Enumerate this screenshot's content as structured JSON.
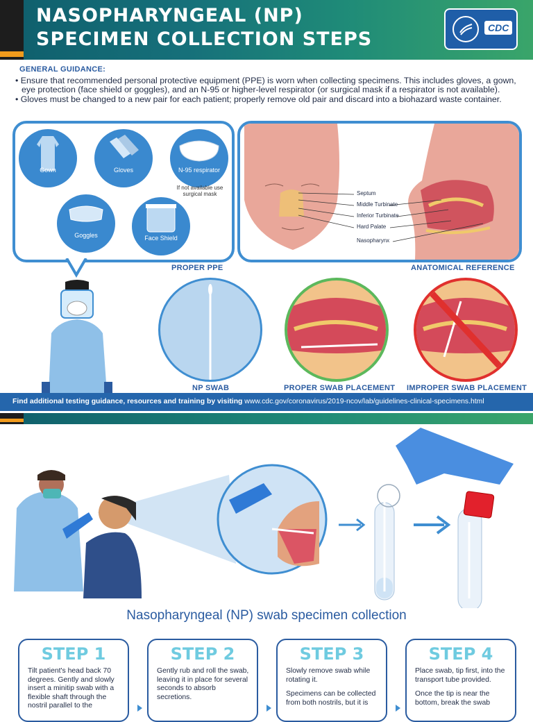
{
  "header": {
    "title_line1": "NASOPHARYNGEAL (NP)",
    "title_line2": "SPECIMEN COLLECTION STEPS",
    "logo_text": "CDC"
  },
  "guidance": {
    "heading": "GENERAL GUIDANCE:",
    "bullets": [
      "• Ensure that recommended personal protective equipment (PPE) is worn when collecting specimens. This includes gloves, a gown, eye protection (face shield or goggles), and an N-95 or higher-level respirator (or surgical mask if a respirator is not available).",
      "• Gloves must be changed to a new pair for each patient; properly remove old pair and discard into a biohazard waste container."
    ]
  },
  "ppe": {
    "items": [
      "Gown",
      "Gloves",
      "N-95 respirator",
      "Goggles",
      "Face Shield"
    ],
    "note": "If not available use surgical mask",
    "label": "PROPER PPE"
  },
  "anatomy": {
    "labels": [
      "Septum",
      "Middle Turbinate",
      "Inferior Turbinate",
      "Hard Palate",
      "Nasopharynx"
    ],
    "section_label": "ANATOMICAL REFERENCE"
  },
  "examples": {
    "np_swab": "NP SWAB",
    "proper": "PROPER SWAB PLACEMENT",
    "improper": "IMPROPER SWAB PLACEMENT"
  },
  "banner": {
    "lead": "Find additional testing guidance, resources and training by visiting",
    "url": "www.cdc.gov/coronavirus/2019-ncov/lab/guidelines-clinical-specimens.html"
  },
  "illustration": {
    "caption": "Nasopharyngeal (NP) swab specimen collection"
  },
  "steps": [
    {
      "title": "STEP 1",
      "paragraphs": [
        "Tilt patient's head back 70 degrees. Gently and slowly insert a minitip swab with a flexible shaft through the nostril parallel to the"
      ]
    },
    {
      "title": "STEP 2",
      "paragraphs": [
        "Gently rub and roll the swab, leaving it in place for several seconds to absorb secretions."
      ]
    },
    {
      "title": "STEP 3",
      "paragraphs": [
        "Slowly remove swab while rotating it.",
        "Specimens can be collected from both nostrils, but it is"
      ]
    },
    {
      "title": "STEP 4",
      "paragraphs": [
        "Place swab, tip first, into the transport tube provided.",
        "Once the tip is near the bottom, break the swab"
      ]
    }
  ],
  "colors": {
    "primary_blue": "#2a5ba0",
    "accent_blue": "#3f8ed1",
    "step_title": "#6fcbe0",
    "banner_blue": "#2566ac",
    "orange_accent": "#f29b1c"
  }
}
